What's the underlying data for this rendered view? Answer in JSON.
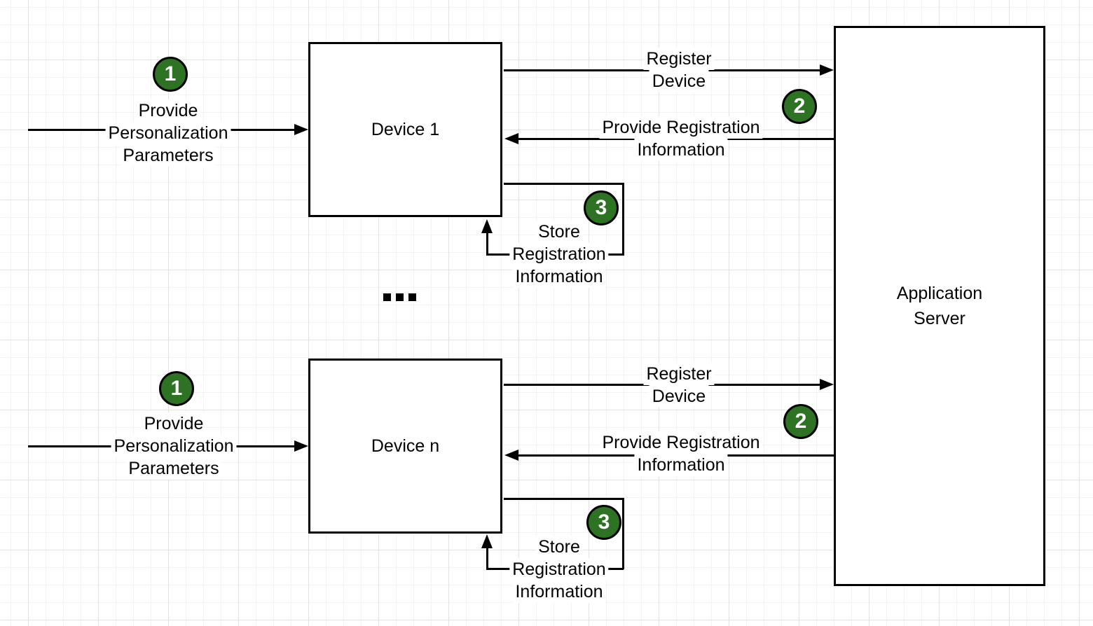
{
  "colors": {
    "badge_fill": "#2d7323",
    "badge_text": "#ffffff",
    "stroke": "#000000",
    "label_background": "#ffffff"
  },
  "nodes": {
    "app_server": {
      "lines": [
        "Application",
        "Server"
      ]
    }
  },
  "ellipsis": "...",
  "groups": [
    {
      "device": "Device 1",
      "personalization": {
        "badge": "1",
        "lines": [
          "Provide",
          "Personalization",
          "Parameters"
        ]
      },
      "register": {
        "lines": [
          "Register",
          "Device"
        ]
      },
      "registration_info": {
        "badge": "2",
        "lines": [
          "Provide Registration",
          "Information"
        ]
      },
      "store": {
        "badge": "3",
        "lines": [
          "Store",
          "Registration",
          "Information"
        ]
      }
    },
    {
      "device": "Device n",
      "personalization": {
        "badge": "1",
        "lines": [
          "Provide",
          "Personalization",
          "Parameters"
        ]
      },
      "register": {
        "lines": [
          "Register",
          "Device"
        ]
      },
      "registration_info": {
        "badge": "2",
        "lines": [
          "Provide Registration",
          "Information"
        ]
      },
      "store": {
        "badge": "3",
        "lines": [
          "Store",
          "Registration",
          "Information"
        ]
      }
    }
  ]
}
